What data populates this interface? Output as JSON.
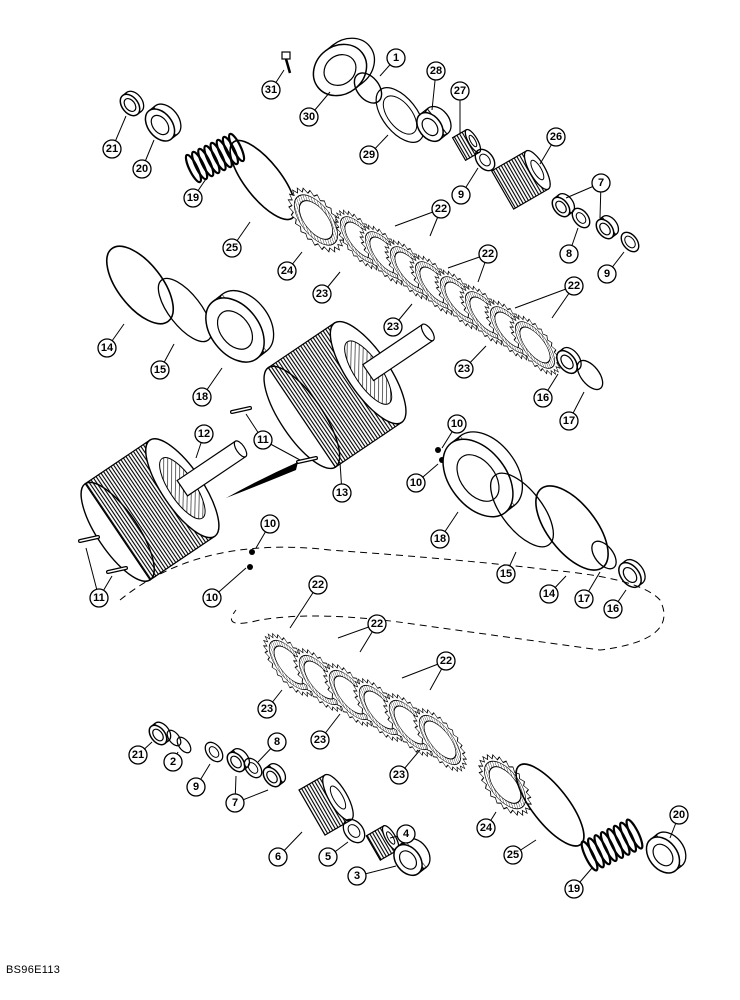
{
  "figure_code": "BS96E113",
  "callouts": [
    {
      "id": "c1",
      "label": "1"
    },
    {
      "id": "c31",
      "label": "31"
    },
    {
      "id": "c30",
      "label": "30"
    },
    {
      "id": "c28",
      "label": "28"
    },
    {
      "id": "c27",
      "label": "27"
    },
    {
      "id": "c29",
      "label": "29"
    },
    {
      "id": "c21a",
      "label": "21"
    },
    {
      "id": "c20a",
      "label": "20"
    },
    {
      "id": "c19a",
      "label": "19"
    },
    {
      "id": "c26",
      "label": "26"
    },
    {
      "id": "c9a",
      "label": "9"
    },
    {
      "id": "c7a",
      "label": "7"
    },
    {
      "id": "c8a",
      "label": "8"
    },
    {
      "id": "c9b",
      "label": "9"
    },
    {
      "id": "c25a",
      "label": "25"
    },
    {
      "id": "c24a",
      "label": "24"
    },
    {
      "id": "c22a",
      "label": "22"
    },
    {
      "id": "c22b",
      "label": "22"
    },
    {
      "id": "c22c",
      "label": "22"
    },
    {
      "id": "c23a",
      "label": "23"
    },
    {
      "id": "c23b",
      "label": "23"
    },
    {
      "id": "c23c",
      "label": "23"
    },
    {
      "id": "c14a",
      "label": "14"
    },
    {
      "id": "c15a",
      "label": "15"
    },
    {
      "id": "c18a",
      "label": "18"
    },
    {
      "id": "c16a",
      "label": "16"
    },
    {
      "id": "c17a",
      "label": "17"
    },
    {
      "id": "c11a",
      "label": "11"
    },
    {
      "id": "c12",
      "label": "12"
    },
    {
      "id": "c13",
      "label": "13"
    },
    {
      "id": "c10a",
      "label": "10"
    },
    {
      "id": "c10b",
      "label": "10"
    },
    {
      "id": "c18b",
      "label": "18"
    },
    {
      "id": "c10c",
      "label": "10"
    },
    {
      "id": "c10d",
      "label": "10"
    },
    {
      "id": "c11b",
      "label": "11"
    },
    {
      "id": "c15b",
      "label": "15"
    },
    {
      "id": "c14b",
      "label": "14"
    },
    {
      "id": "c17b",
      "label": "17"
    },
    {
      "id": "c16b",
      "label": "16"
    },
    {
      "id": "c22d",
      "label": "22"
    },
    {
      "id": "c22e",
      "label": "22"
    },
    {
      "id": "c22f",
      "label": "22"
    },
    {
      "id": "c23d",
      "label": "23"
    },
    {
      "id": "c23e",
      "label": "23"
    },
    {
      "id": "c23f",
      "label": "23"
    },
    {
      "id": "c21b",
      "label": "21"
    },
    {
      "id": "c2",
      "label": "2"
    },
    {
      "id": "c9c",
      "label": "9"
    },
    {
      "id": "c7b",
      "label": "7"
    },
    {
      "id": "c8b",
      "label": "8"
    },
    {
      "id": "c4",
      "label": "4"
    },
    {
      "id": "c6",
      "label": "6"
    },
    {
      "id": "c5",
      "label": "5"
    },
    {
      "id": "c3",
      "label": "3"
    },
    {
      "id": "c24b",
      "label": "24"
    },
    {
      "id": "c25b",
      "label": "25"
    },
    {
      "id": "c19b",
      "label": "19"
    },
    {
      "id": "c20b",
      "label": "20"
    }
  ]
}
